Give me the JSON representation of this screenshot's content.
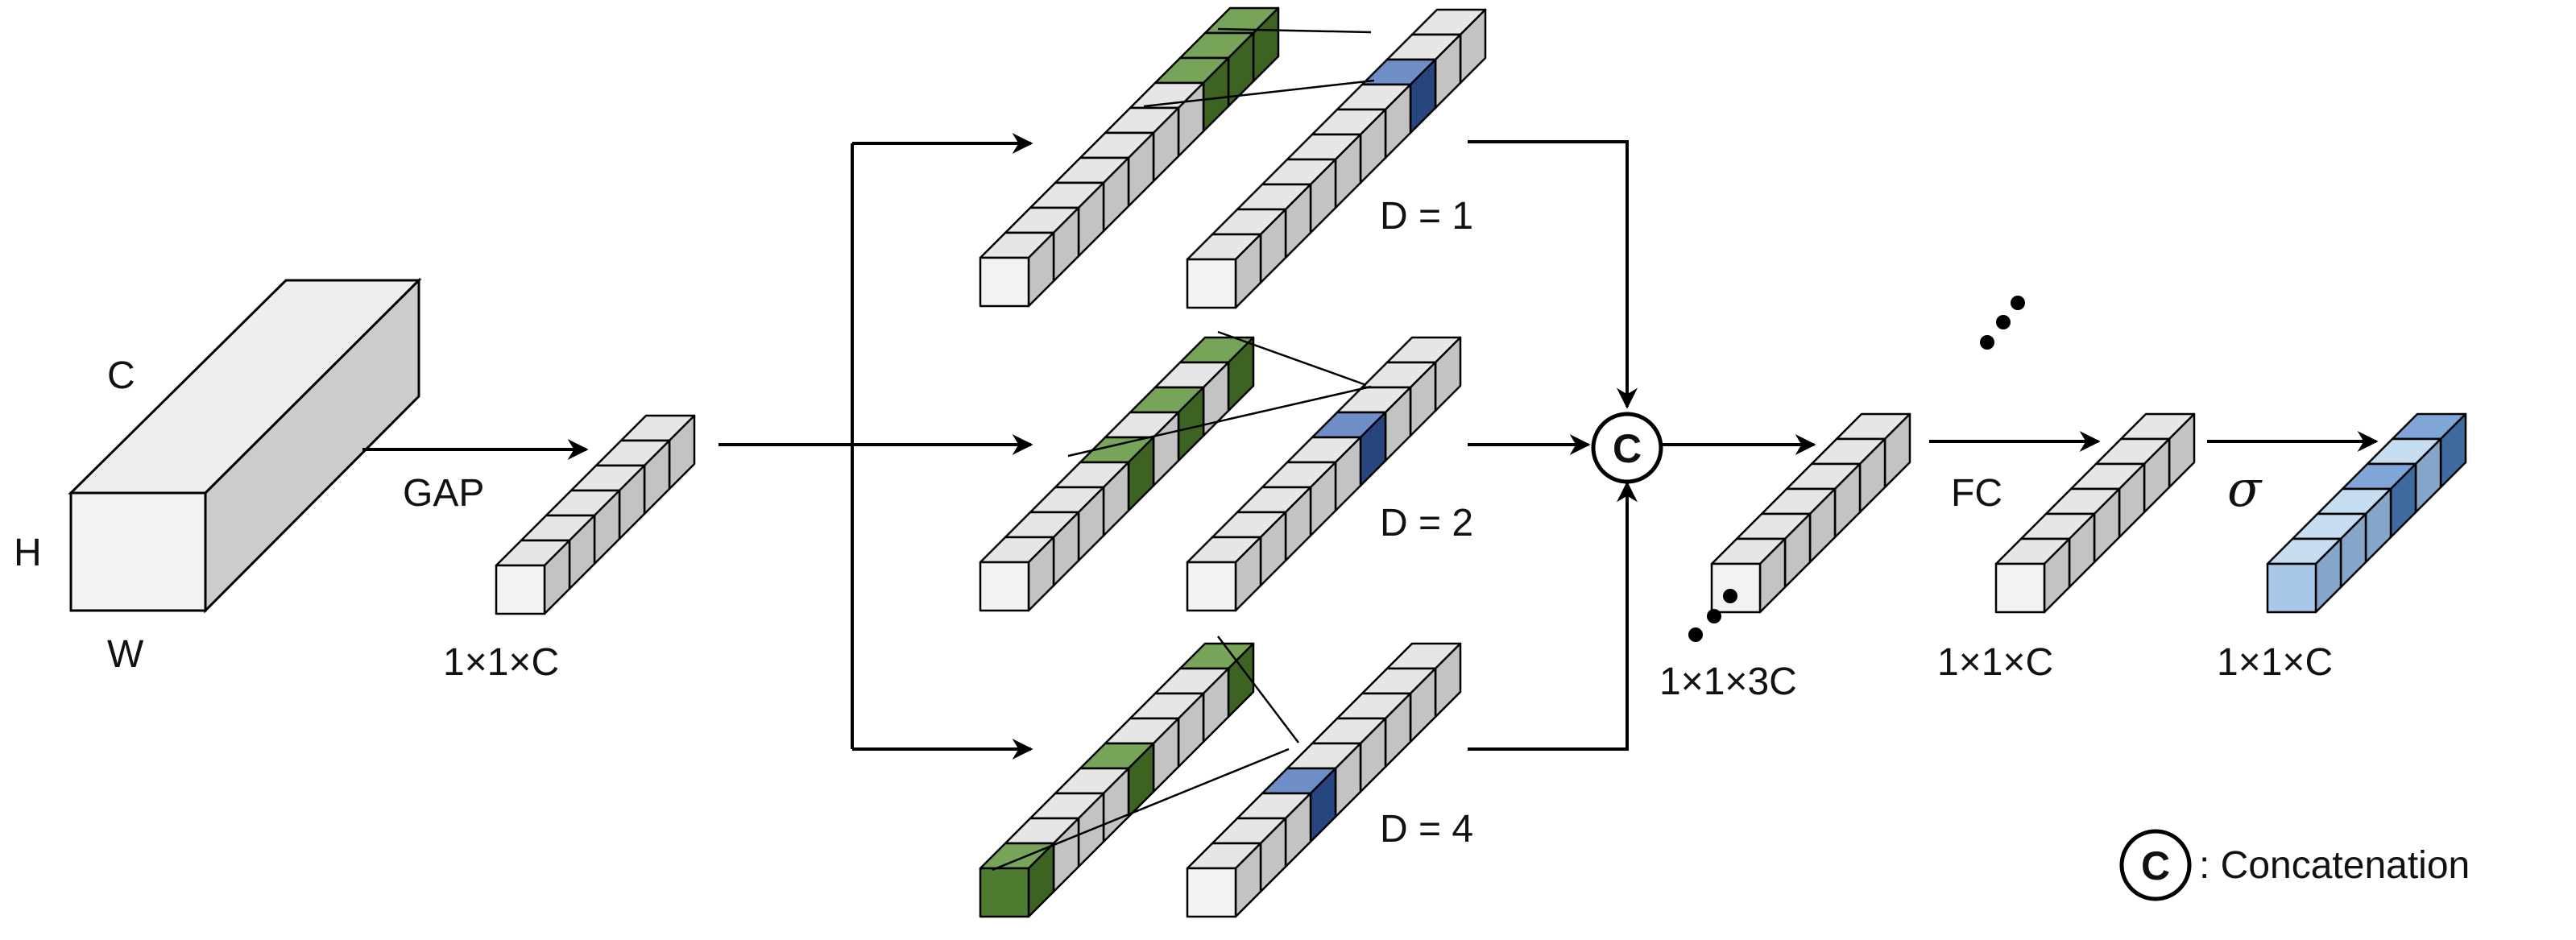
{
  "input_tensor": {
    "label_c": "C",
    "label_h": "H",
    "label_w": "W"
  },
  "gap": {
    "label": "GAP",
    "shape": "1×1×C"
  },
  "branches": [
    {
      "label": "D = 1",
      "dilation": 1
    },
    {
      "label": "D = 2",
      "dilation": 2
    },
    {
      "label": "D = 4",
      "dilation": 4
    }
  ],
  "concat": {
    "symbol": "C",
    "shape": "1×1×3C"
  },
  "fc": {
    "label": "FC",
    "shape": "1×1×C"
  },
  "sigmoid": {
    "label": "σ",
    "shape": "1×1×C"
  },
  "legend": {
    "symbol": "C",
    "text": ": Concatenation"
  },
  "colors": {
    "cube_face": "#f2f2f2",
    "cube_top": "#e6e6e6",
    "cube_side": "#c3c3c3",
    "green_face": "#4d7c30",
    "green_top": "#78a45a",
    "green_side": "#3c6322",
    "blue_face": "#4a6aa8",
    "blue_top": "#6f8ec7",
    "blue_side": "#27457f",
    "light_blue_face": "#a9c8e8",
    "light_blue_top": "#c6dcf1",
    "light_blue_side": "#85a6c8",
    "mid_blue_face": "#5f8fc6",
    "mid_blue_top": "#7fa6d6",
    "mid_blue_side": "#3f6aa0",
    "line": "#000000"
  }
}
